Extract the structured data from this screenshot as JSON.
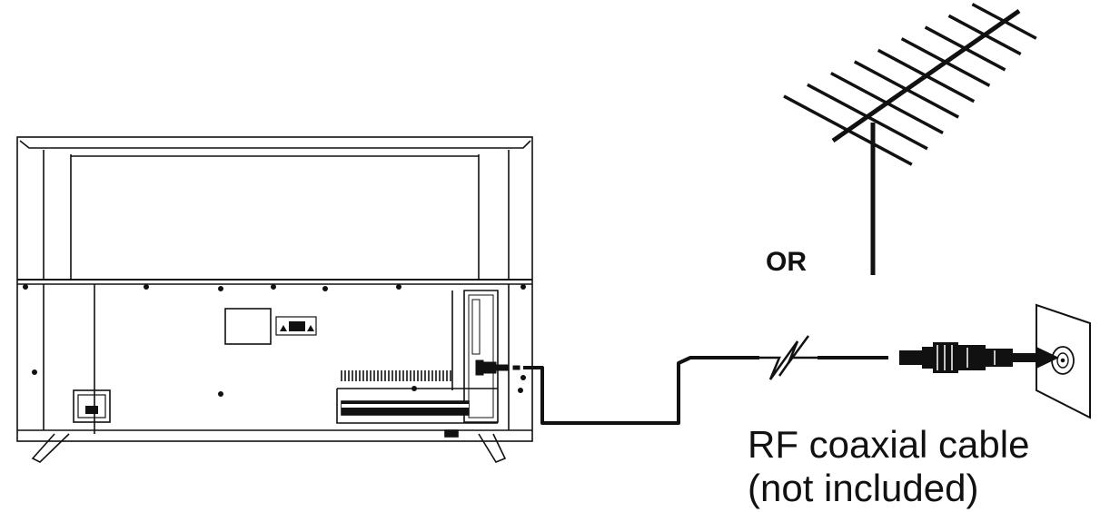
{
  "labels": {
    "or": "OR",
    "cable_line1": "RF coaxial cable",
    "cable_line2": "(not included)"
  },
  "colors": {
    "line": "#111111",
    "background": "#ffffff"
  },
  "components": [
    "tv-back-panel",
    "antenna",
    "rf-coaxial-cable",
    "wall-outlet"
  ]
}
